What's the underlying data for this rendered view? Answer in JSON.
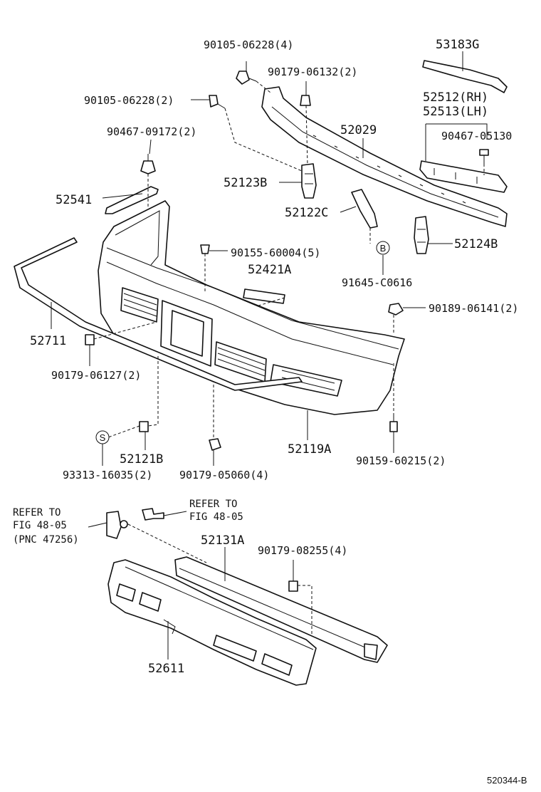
{
  "diagram": {
    "labels": {
      "p_90105_06228_4": "90105-06228(4)",
      "p_90179_06132_2": "90179-06132(2)",
      "p_53183G": "53183G",
      "p_90105_06228_2": "90105-06228(2)",
      "p_52512": "52512(RH)",
      "p_52513": "52513(LH)",
      "p_90467_09172_2": "90467-09172(2)",
      "p_52029": "52029",
      "p_90467_05130": "90467-05130",
      "p_52123B": "52123B",
      "p_52541": "52541",
      "p_52122C": "52122C",
      "p_52124B": "52124B",
      "p_90155_60004_5": "90155-60004(5)",
      "p_52421A": "52421A",
      "p_91645_C0616": "91645-C0616",
      "p_90189_06141_2": "90189-06141(2)",
      "p_52711": "52711",
      "p_90179_06127_2": "90179-06127(2)",
      "p_52119A": "52119A",
      "p_52121B": "52121B",
      "p_90159_60215_2": "90159-60215(2)",
      "p_93313_16035_2": "93313-16035(2)",
      "p_90179_05060_4": "90179-05060(4)",
      "p_52131A": "52131A",
      "p_90179_08255_4": "90179-08255(4)",
      "p_52611": "52611"
    },
    "refer_left": [
      "REFER TO",
      "FIG 48-05",
      "(PNC 47256)"
    ],
    "refer_right": [
      "REFER TO",
      "FIG 48-05"
    ],
    "circle_b": "B",
    "circle_s": "S",
    "drawing_code": "520344-B"
  }
}
